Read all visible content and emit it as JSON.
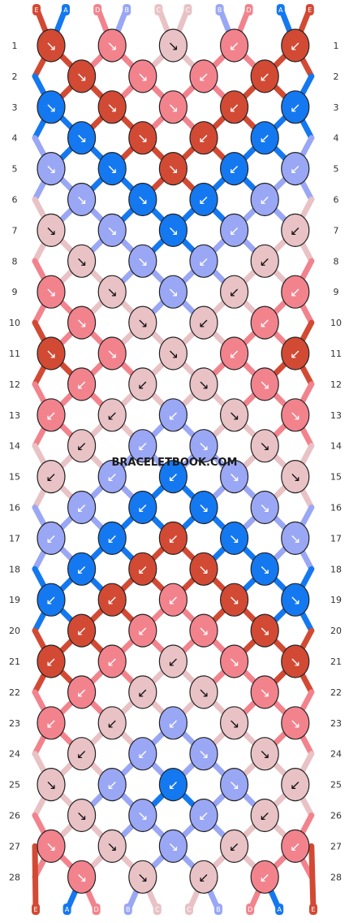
{
  "title": "",
  "watermark": "BRACELETBOOK.COM",
  "colors": {
    "A": "#1478f0",
    "B": "#9aa7f5",
    "C": "#e9c2c6",
    "D": "#f2838d",
    "E": "#d24a34"
  },
  "strands_top": [
    "E",
    "A",
    "D",
    "B",
    "C",
    "C",
    "B",
    "D",
    "A",
    "E"
  ],
  "strands_bottom": [
    "E",
    "A",
    "D",
    "B",
    "C",
    "C",
    "B",
    "D",
    "A",
    "E"
  ],
  "rows": [
    {
      "num": "1",
      "knots": [
        {
          "c": "E",
          "a": "↘"
        },
        {
          "c": "D",
          "a": "↘"
        },
        {
          "c": "C",
          "a": "↘"
        },
        {
          "c": "D",
          "a": "↙"
        },
        {
          "c": "E",
          "a": "↙"
        }
      ]
    },
    {
      "num": "2",
      "knots": [
        {
          "c": "E",
          "a": "↘"
        },
        {
          "c": "D",
          "a": "↘"
        },
        {
          "c": "D",
          "a": "↙"
        },
        {
          "c": "E",
          "a": "↙"
        }
      ]
    },
    {
      "num": "3",
      "knots": [
        {
          "c": "A",
          "a": "↘"
        },
        {
          "c": "E",
          "a": "↘"
        },
        {
          "c": "D",
          "a": "↘"
        },
        {
          "c": "E",
          "a": "↙"
        },
        {
          "c": "A",
          "a": "↙"
        }
      ]
    },
    {
      "num": "4",
      "knots": [
        {
          "c": "A",
          "a": "↘"
        },
        {
          "c": "E",
          "a": "↘"
        },
        {
          "c": "E",
          "a": "↙"
        },
        {
          "c": "A",
          "a": "↙"
        }
      ]
    },
    {
      "num": "5",
      "knots": [
        {
          "c": "B",
          "a": "↘"
        },
        {
          "c": "A",
          "a": "↘"
        },
        {
          "c": "E",
          "a": "↘"
        },
        {
          "c": "A",
          "a": "↙"
        },
        {
          "c": "B",
          "a": "↙"
        }
      ]
    },
    {
      "num": "6",
      "knots": [
        {
          "c": "B",
          "a": "↘"
        },
        {
          "c": "A",
          "a": "↘"
        },
        {
          "c": "A",
          "a": "↙"
        },
        {
          "c": "B",
          "a": "↙"
        }
      ]
    },
    {
      "num": "7",
      "knots": [
        {
          "c": "C",
          "a": "↘"
        },
        {
          "c": "B",
          "a": "↘"
        },
        {
          "c": "A",
          "a": "↘"
        },
        {
          "c": "B",
          "a": "↙"
        },
        {
          "c": "C",
          "a": "↙"
        }
      ]
    },
    {
      "num": "8",
      "knots": [
        {
          "c": "C",
          "a": "↘"
        },
        {
          "c": "B",
          "a": "↘"
        },
        {
          "c": "B",
          "a": "↙"
        },
        {
          "c": "C",
          "a": "↙"
        }
      ]
    },
    {
      "num": "9",
      "knots": [
        {
          "c": "D",
          "a": "↘"
        },
        {
          "c": "C",
          "a": "↘"
        },
        {
          "c": "B",
          "a": "↘"
        },
        {
          "c": "C",
          "a": "↙"
        },
        {
          "c": "D",
          "a": "↙"
        }
      ]
    },
    {
      "num": "10",
      "knots": [
        {
          "c": "D",
          "a": "↘"
        },
        {
          "c": "C",
          "a": "↘"
        },
        {
          "c": "C",
          "a": "↙"
        },
        {
          "c": "D",
          "a": "↙"
        }
      ]
    },
    {
      "num": "11",
      "knots": [
        {
          "c": "E",
          "a": "↘"
        },
        {
          "c": "D",
          "a": "↘"
        },
        {
          "c": "C",
          "a": "↘"
        },
        {
          "c": "D",
          "a": "↙"
        },
        {
          "c": "E",
          "a": "↙"
        }
      ]
    },
    {
      "num": "12",
      "knots": [
        {
          "c": "D",
          "a": "↙"
        },
        {
          "c": "C",
          "a": "↙"
        },
        {
          "c": "C",
          "a": "↘"
        },
        {
          "c": "D",
          "a": "↘"
        }
      ]
    },
    {
      "num": "13",
      "knots": [
        {
          "c": "D",
          "a": "↙"
        },
        {
          "c": "C",
          "a": "↙"
        },
        {
          "c": "B",
          "a": "↙"
        },
        {
          "c": "C",
          "a": "↘"
        },
        {
          "c": "D",
          "a": "↘"
        }
      ]
    },
    {
      "num": "14",
      "knots": [
        {
          "c": "C",
          "a": "↙"
        },
        {
          "c": "B",
          "a": "↙"
        },
        {
          "c": "B",
          "a": "↘"
        },
        {
          "c": "C",
          "a": "↘"
        }
      ]
    },
    {
      "num": "15",
      "knots": [
        {
          "c": "C",
          "a": "↙"
        },
        {
          "c": "B",
          "a": "↙"
        },
        {
          "c": "A",
          "a": "↙"
        },
        {
          "c": "B",
          "a": "↘"
        },
        {
          "c": "C",
          "a": "↘"
        }
      ]
    },
    {
      "num": "16",
      "knots": [
        {
          "c": "B",
          "a": "↙"
        },
        {
          "c": "A",
          "a": "↙"
        },
        {
          "c": "A",
          "a": "↘"
        },
        {
          "c": "B",
          "a": "↘"
        }
      ]
    },
    {
      "num": "17",
      "knots": [
        {
          "c": "B",
          "a": "↙"
        },
        {
          "c": "A",
          "a": "↙"
        },
        {
          "c": "E",
          "a": "↙"
        },
        {
          "c": "A",
          "a": "↘"
        },
        {
          "c": "B",
          "a": "↘"
        }
      ]
    },
    {
      "num": "18",
      "knots": [
        {
          "c": "A",
          "a": "↙"
        },
        {
          "c": "E",
          "a": "↙"
        },
        {
          "c": "E",
          "a": "↘"
        },
        {
          "c": "A",
          "a": "↘"
        }
      ]
    },
    {
      "num": "19",
      "knots": [
        {
          "c": "A",
          "a": "↙"
        },
        {
          "c": "E",
          "a": "↙"
        },
        {
          "c": "D",
          "a": "↙"
        },
        {
          "c": "E",
          "a": "↘"
        },
        {
          "c": "A",
          "a": "↘"
        }
      ]
    },
    {
      "num": "20",
      "knots": [
        {
          "c": "E",
          "a": "↙"
        },
        {
          "c": "D",
          "a": "↙"
        },
        {
          "c": "D",
          "a": "↘"
        },
        {
          "c": "E",
          "a": "↘"
        }
      ]
    },
    {
      "num": "21",
      "knots": [
        {
          "c": "E",
          "a": "↙"
        },
        {
          "c": "D",
          "a": "↙"
        },
        {
          "c": "C",
          "a": "↙"
        },
        {
          "c": "D",
          "a": "↘"
        },
        {
          "c": "E",
          "a": "↘"
        }
      ]
    },
    {
      "num": "22",
      "knots": [
        {
          "c": "D",
          "a": "↙"
        },
        {
          "c": "C",
          "a": "↙"
        },
        {
          "c": "C",
          "a": "↘"
        },
        {
          "c": "D",
          "a": "↘"
        }
      ]
    },
    {
      "num": "23",
      "knots": [
        {
          "c": "D",
          "a": "↙"
        },
        {
          "c": "C",
          "a": "↙"
        },
        {
          "c": "B",
          "a": "↙"
        },
        {
          "c": "C",
          "a": "↘"
        },
        {
          "c": "D",
          "a": "↘"
        }
      ]
    },
    {
      "num": "24",
      "knots": [
        {
          "c": "C",
          "a": "↙"
        },
        {
          "c": "B",
          "a": "↙"
        },
        {
          "c": "B",
          "a": "↘"
        },
        {
          "c": "C",
          "a": "↘"
        }
      ]
    },
    {
      "num": "25",
      "knots": [
        {
          "c": "C",
          "a": "↘"
        },
        {
          "c": "B",
          "a": "↙"
        },
        {
          "c": "A",
          "a": "↙"
        },
        {
          "c": "B",
          "a": "↘"
        },
        {
          "c": "C",
          "a": "↙"
        }
      ]
    },
    {
      "num": "26",
      "knots": [
        {
          "c": "C",
          "a": "↘"
        },
        {
          "c": "B",
          "a": "↘"
        },
        {
          "c": "B",
          "a": "↙"
        },
        {
          "c": "C",
          "a": "↙"
        }
      ]
    },
    {
      "num": "27",
      "knots": [
        {
          "c": "D",
          "a": "↘"
        },
        {
          "c": "C",
          "a": "↘"
        },
        {
          "c": "B",
          "a": "↘"
        },
        {
          "c": "C",
          "a": "↙"
        },
        {
          "c": "D",
          "a": "↙"
        }
      ]
    },
    {
      "num": "28",
      "knots": [
        {
          "c": "D",
          "a": "↘"
        },
        {
          "c": "C",
          "a": "↘"
        },
        {
          "c": "C",
          "a": "↙"
        },
        {
          "c": "D",
          "a": "↙"
        }
      ]
    }
  ]
}
